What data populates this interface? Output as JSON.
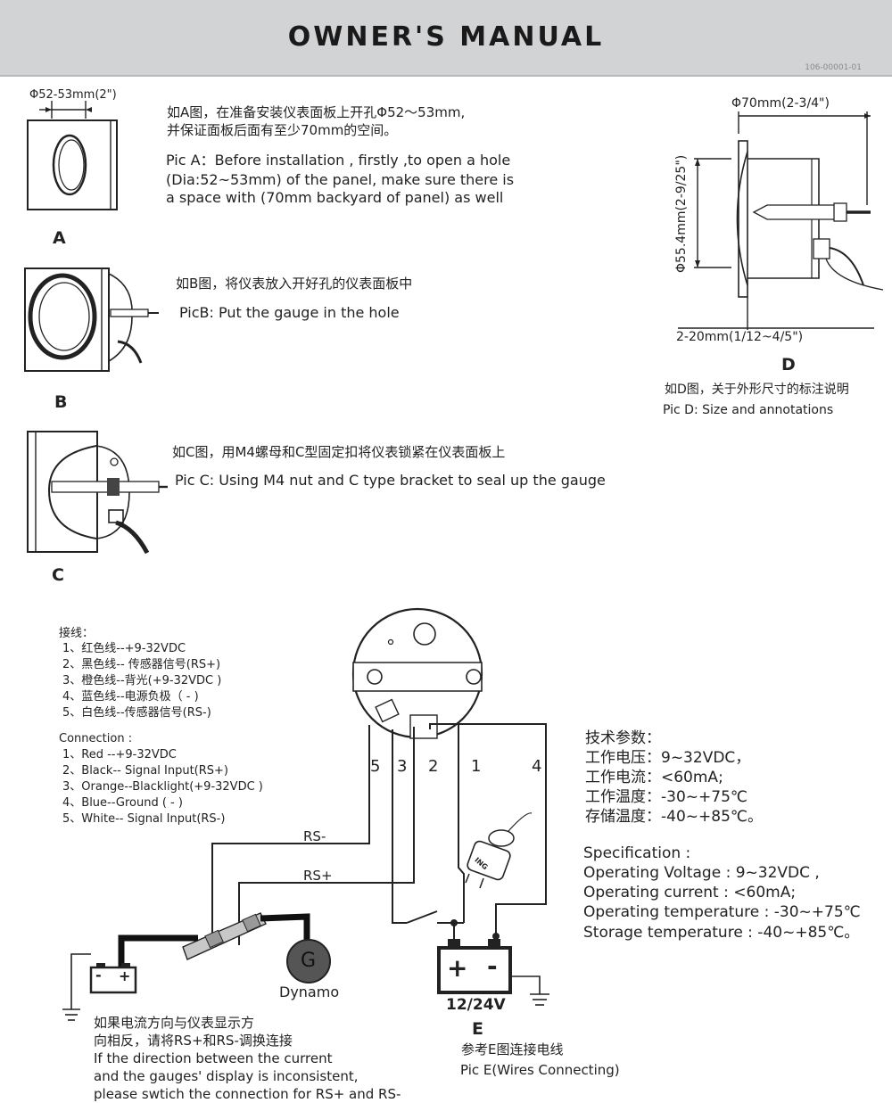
{
  "header": {
    "title": "OWNER'S  MANUAL",
    "doc_number": "106-00001-01"
  },
  "pic_a": {
    "dimension": "Φ52-53mm(2\")",
    "cn_line1": "如A图，在准备安装仪表面板上开孔Φ52～53mm,",
    "cn_line2": "并保证面板后面有至少70mm的空间。",
    "en_line1": "Pic A：Before installation , firstly ,to open a hole",
    "en_line2": "(Dia:52~53mm) of the panel, make sure there is",
    "en_line3": "a space with (70mm backyard of panel)  as well",
    "label": "A"
  },
  "pic_b": {
    "cn": "如B图，将仪表放入开好孔的仪表面板中",
    "en": "PicB: Put the gauge in the hole",
    "label": "B"
  },
  "pic_c": {
    "cn": "如C图，用M4螺母和C型固定扣将仪表锁紧在仪表面板上",
    "en": "Pic C: Using M4 nut and C type bracket to seal up the gauge",
    "label": "C"
  },
  "pic_d": {
    "dim_width": "Φ70mm(2-3/4\")",
    "dim_height": "Φ55.4mm(2-9/25\")",
    "dim_panel": "2-20mm(1/12~4/5\")",
    "label": "D",
    "cn": "如D图，关于外形尺寸的标注说明",
    "en": "Pic D: Size and annotations"
  },
  "wiring_cn": {
    "title": "接线：",
    "items": [
      "1、红色线--+9-32VDC",
      "2、黑色线-- 传感器信号(RS+)",
      "3、橙色线--背光(+9-32VDC )",
      "4、蓝色线--电源负极（ - )",
      "5、白色线--传感器信号(RS-)"
    ]
  },
  "wiring_en": {
    "title": "Connection :",
    "items": [
      "1、Red --+9-32VDC",
      "2、Black-- Signal  Input(RS+)",
      "3、Orange--Blacklight(+9-32VDC )",
      "4、Blue--Ground ( - )",
      "5、White-- Signal  Input(RS-)"
    ]
  },
  "spec_cn": {
    "title": "技术参数：",
    "voltage": "工作电压：9~32VDC，",
    "current": "工作电流：<60mA;",
    "operating_temp": "工作温度：-30~+75℃",
    "storage_temp": "存储温度：-40~+85℃。"
  },
  "spec_en": {
    "title": "Specification :",
    "voltage": "Operating Voltage : 9~32VDC ,",
    "current": "Operating current : <60mA;",
    "operating_temp": "Operating temperature : -30~+75℃",
    "storage_temp": "Storage temperature : -40~+85℃。"
  },
  "diagram_e": {
    "pins": [
      "5",
      "3",
      "2",
      "1",
      "4"
    ],
    "rs_minus": "RS-",
    "rs_plus": "RS+",
    "generator": "G",
    "dynamo": "Dynamo",
    "battery_plus": "+",
    "battery_minus": "-",
    "small_battery_minus": "-",
    "small_battery_plus": "+",
    "battery_voltage": "12/24V",
    "ignition": "ING",
    "label": "E",
    "cn_caption": "参考E图连接电线",
    "en_caption": "Pic E(Wires Connecting)"
  },
  "note": {
    "cn_line1": "如果电流方向与仪表显示方",
    "cn_line2": "向相反，请将RS+和RS-调换连接",
    "en_line1": "If the direction between the current",
    "en_line2": " and the gauges' display is inconsistent,",
    "en_line3": "please swtich the connection for  RS+ and RS-"
  }
}
